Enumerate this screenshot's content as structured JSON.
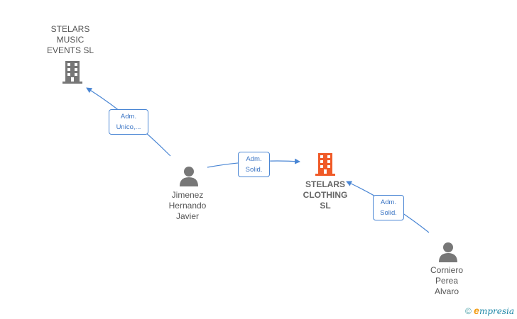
{
  "nodes": {
    "stelars_music": {
      "lines": [
        "STELARS",
        "MUSIC",
        "EVENTS  SL"
      ],
      "icon": "building-icon",
      "color": "#777777"
    },
    "stelars_clothing": {
      "lines": [
        "STELARS",
        "CLOTHING",
        "SL"
      ],
      "icon": "building-icon",
      "color": "#f05a28"
    },
    "jimenez": {
      "lines": [
        "Jimenez",
        "Hernando",
        "Javier"
      ],
      "icon": "person-icon",
      "color": "#777777"
    },
    "corniero": {
      "lines": [
        "Corniero",
        "Perea",
        "Alvaro"
      ],
      "icon": "person-icon",
      "color": "#777777"
    }
  },
  "edges": {
    "jimenez_to_music": {
      "lines": [
        "Adm.",
        "Unico,..."
      ]
    },
    "jimenez_to_clothing": {
      "lines": [
        "Adm.",
        "Solid."
      ]
    },
    "corniero_to_clothing": {
      "lines": [
        "Adm.",
        "Solid."
      ]
    }
  },
  "colors": {
    "edge": "#4a86d4"
  },
  "watermark": {
    "copyright": "©",
    "brand_initial": "e",
    "brand_rest": "mpresia"
  }
}
